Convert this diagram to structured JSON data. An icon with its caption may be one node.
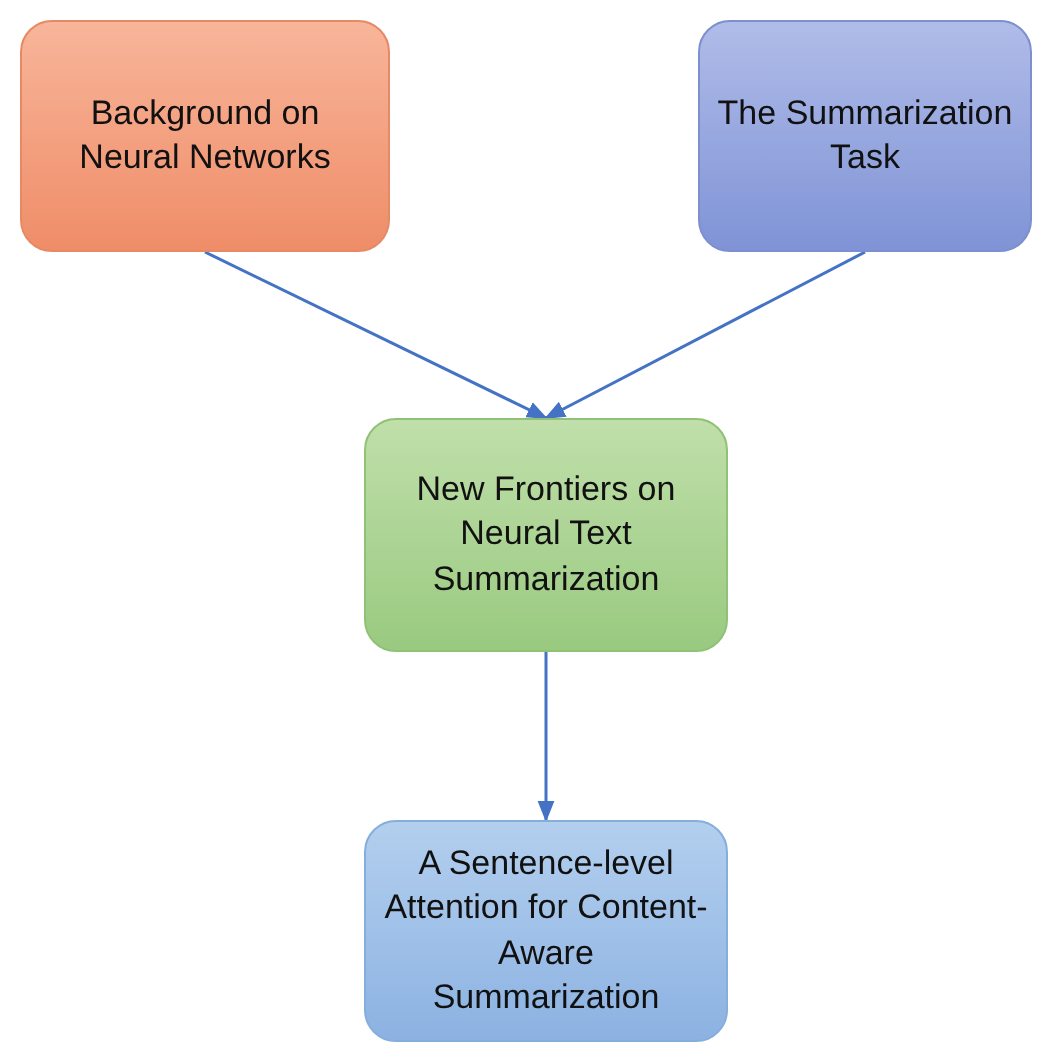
{
  "diagram": {
    "nodes": [
      {
        "text": [
          "Background on Neural Networks"
        ]
      },
      {
        "text": [
          "The Summarization Task"
        ]
      },
      {
        "text": [
          "New Frontiers on Neural Text Summarization"
        ]
      },
      {
        "text": [
          "A Sentence-level Attention for Content-Aware Summarization"
        ]
      }
    ],
    "edges": [
      {
        "from": 0,
        "to": 2,
        "arrow": "to"
      },
      {
        "from": 1,
        "to": 2,
        "arrow": "to"
      },
      {
        "from": 2,
        "to": 3,
        "arrow": "to"
      }
    ]
  }
}
